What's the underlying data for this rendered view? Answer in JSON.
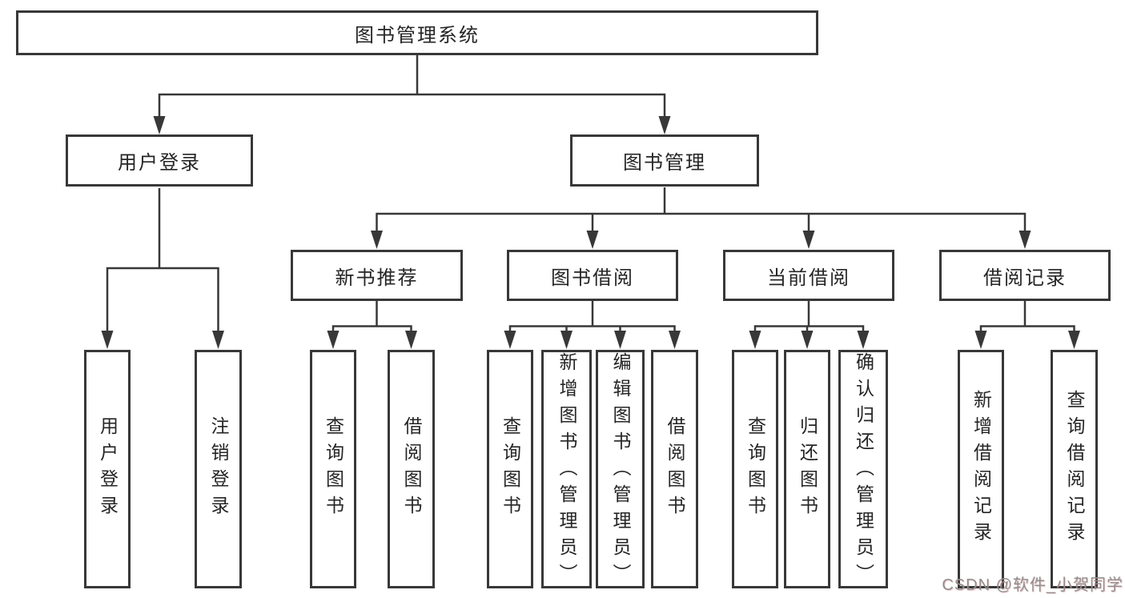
{
  "diagram": {
    "root": "图书管理系统",
    "level2": [
      "用户登录",
      "图书管理"
    ],
    "level3": [
      "新书推荐",
      "图书借阅",
      "当前借阅",
      "借阅记录"
    ],
    "leaves_user_login": [
      "用户登录",
      "注销登录"
    ],
    "leaves_new_book": [
      "查询图书",
      "借阅图书"
    ],
    "leaves_book_borrow": [
      "查询图书",
      "新增图书（管理员）",
      "编辑图书（管理员）",
      "借阅图书"
    ],
    "leaves_current_borrow": [
      "查询图书",
      "归还图书",
      "确认归还（管理员）"
    ],
    "leaves_records": [
      "新增借阅记录",
      "查询借阅记录"
    ]
  },
  "watermark": "CSDN @软件_小贺同学",
  "colors": {
    "line": "#383838",
    "box_border": "#383838",
    "text": "#252525",
    "watermark": "#8f8f8f",
    "background": "#ffffff"
  }
}
